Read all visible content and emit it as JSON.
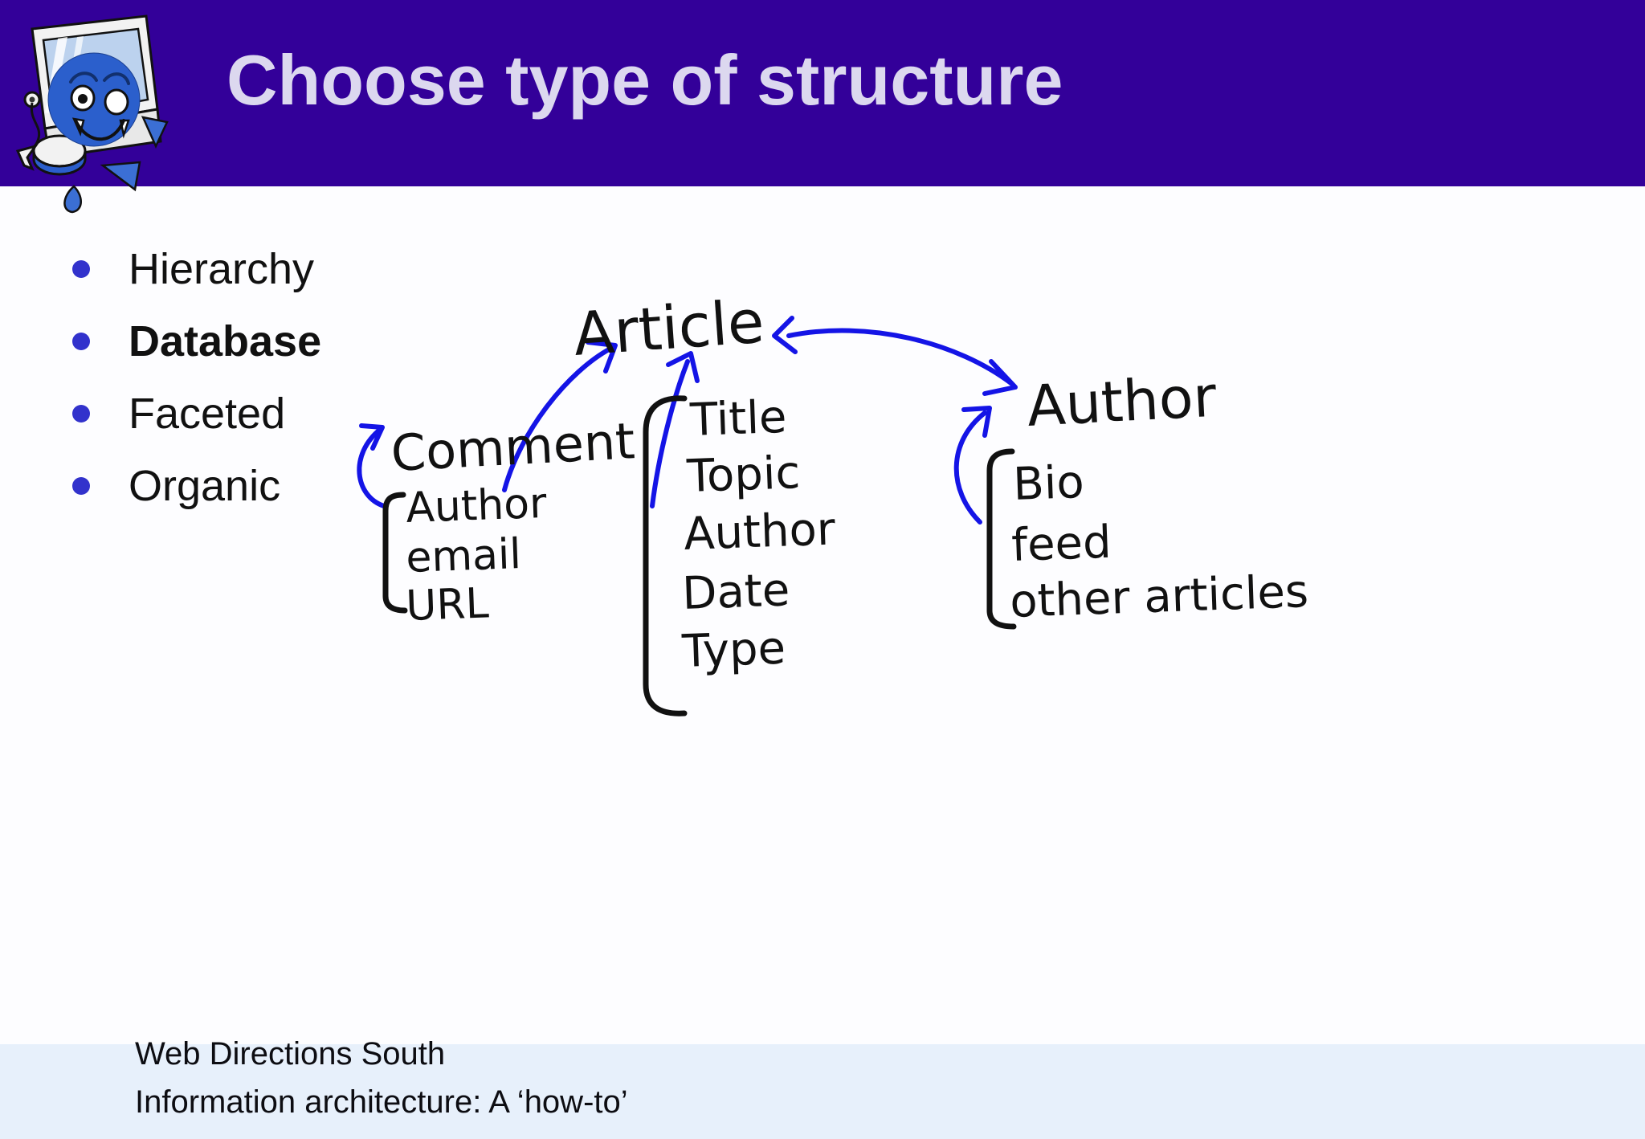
{
  "slide": {
    "title": "Choose type of structure",
    "banner_color": "#330099",
    "title_color": "#dcd8ef",
    "background_color": "#ffffff"
  },
  "mascot": {
    "name": "computer-character-mascot",
    "body_color": "#2b5fcc",
    "screen_color": "#bcd2ee",
    "outline_color": "#111111"
  },
  "bullets": [
    {
      "label": "Hierarchy",
      "bold": false
    },
    {
      "label": "Database",
      "bold": true
    },
    {
      "label": "Faceted",
      "bold": false
    },
    {
      "label": "Organic",
      "bold": false
    }
  ],
  "diagram": {
    "type": "hand-drawn-entity-relationship-sketch",
    "ink_black": "#111111",
    "ink_blue": "#1414e6",
    "entities": [
      {
        "name": "Article",
        "attributes": [
          "Title",
          "Topic",
          "Author",
          "Date",
          "Type"
        ]
      },
      {
        "name": "Comment",
        "attributes": [
          "Author",
          "email",
          "URL"
        ]
      },
      {
        "name": "Author",
        "attributes": [
          "Bio",
          "feed",
          "other articles"
        ]
      }
    ],
    "relations": [
      {
        "from": "Comment",
        "to": "Article",
        "style": "blue-curved-arrow"
      },
      {
        "from": "Article-attributes",
        "to": "Article",
        "style": "blue-curved-arrow"
      },
      {
        "from": "Article",
        "to": "Author",
        "style": "blue-double-headed-arrow"
      },
      {
        "from": "Author-attributes",
        "to": "Author",
        "style": "blue-curved-arrow"
      },
      {
        "from": "Comment-attributes",
        "to": "Comment",
        "style": "blue-curved-arrow"
      }
    ]
  },
  "footer": {
    "line1": "Web Directions South",
    "line2": "Information architecture: A ‘how-to’",
    "band_color": "#e7f0fb"
  }
}
